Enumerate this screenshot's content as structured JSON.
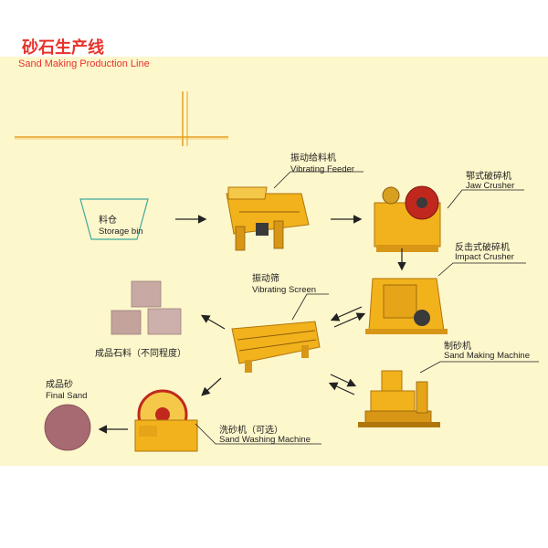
{
  "title": {
    "cn": "砂石生产线",
    "en": "Sand Making Production Line"
  },
  "nodes": {
    "storage_bin": {
      "cn": "料仓",
      "en": "Storage bin"
    },
    "vibrating_feeder": {
      "cn": "振动给料机",
      "en": "Vibrating Feeder"
    },
    "jaw_crusher": {
      "cn": "鄂式破碎机",
      "en": "Jaw Crusher"
    },
    "impact_crusher": {
      "cn": "反击式破碎机",
      "en": "Impact Crusher"
    },
    "vibrating_screen": {
      "cn": "振动筛",
      "en": "Vibrating Screen"
    },
    "finished_stone": {
      "cn": "成品石料（不同程度）"
    },
    "sand_making_machine": {
      "cn": "制砂机",
      "en": "Sand Making Machine"
    },
    "final_sand": {
      "cn": "成品砂",
      "en": "Final Sand"
    },
    "sand_washing_machine": {
      "cn": "洗砂机（可选）",
      "en": "Sand Washing Machine"
    }
  },
  "colors": {
    "title": "#e8322a",
    "background": "#fdf7cc",
    "accent_line": "#e8a020",
    "machine_yellow": "#f2b21c",
    "machine_dark": "#b0760c",
    "crusher_red": "#c0281e",
    "arrow": "#222222",
    "stone": "#c9a9a4",
    "sand": "#a86a72"
  }
}
